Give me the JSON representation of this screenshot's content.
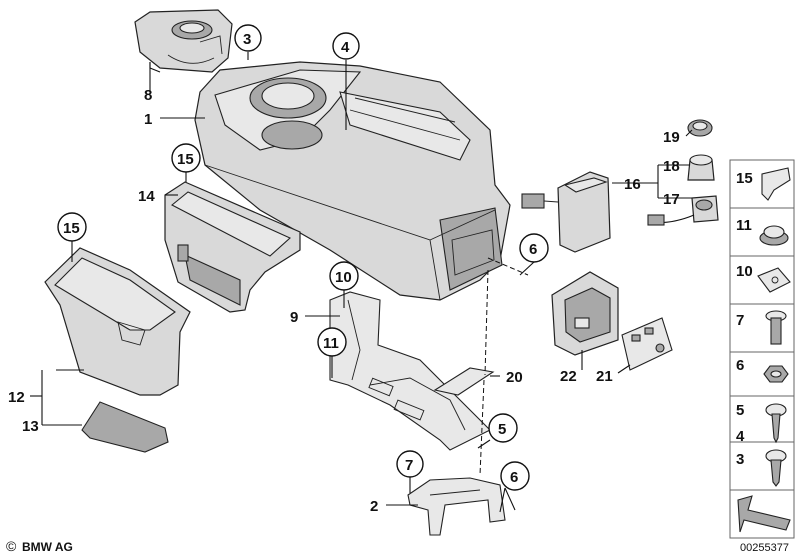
{
  "diagram": {
    "callouts": {
      "c1": "1",
      "c2": "2",
      "c3": "3",
      "c4": "4",
      "c5": "5",
      "c6": "6",
      "c6b": "6",
      "c7": "7",
      "c8": "8",
      "c9": "9",
      "c10": "10",
      "c11": "11",
      "c12": "12",
      "c13": "13",
      "c14": "14",
      "c15a": "15",
      "c15b": "15",
      "c16": "16",
      "c17": "17",
      "c18": "18",
      "c19": "19",
      "c20": "20",
      "c21": "21",
      "c22": "22"
    },
    "legend": {
      "l15": "15",
      "l11": "11",
      "l10": "10",
      "l7": "7",
      "l6": "6",
      "l5": "5",
      "l4": "4",
      "l3": "3"
    }
  },
  "footer": {
    "copyright_symbol": "©",
    "copyright": "BMW AG",
    "doc_number": "00255377"
  },
  "colors": {
    "part_fill": "#d9d9d9",
    "line": "#111111",
    "background": "#ffffff"
  }
}
